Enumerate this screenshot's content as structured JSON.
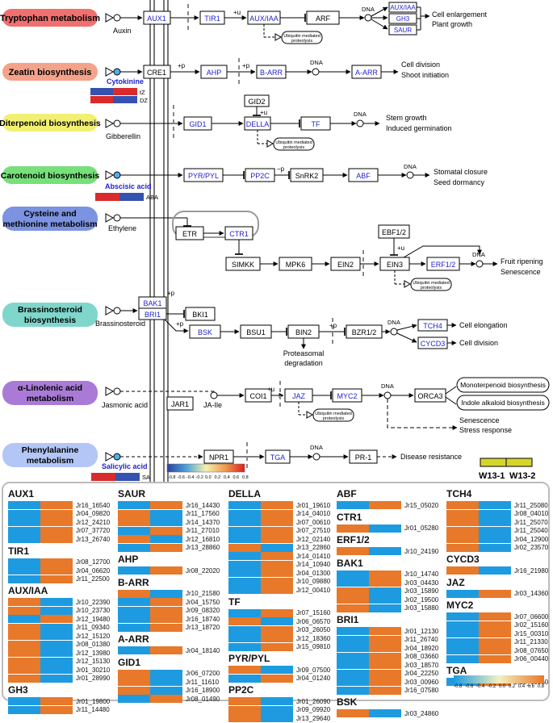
{
  "colors": {
    "blue": "#1e9be0",
    "orange": "#e8782a",
    "red": "#d92b2b",
    "navy": "#3552b0",
    "samplebox": "#d6d62a"
  },
  "pathways": [
    {
      "label": "Tryptophan metabolism",
      "color": "#f07070"
    },
    {
      "label": "Zeatin biosynthesis",
      "color": "#f4a38a"
    },
    {
      "label": "Diterpenoid biosynthesis",
      "color": "#f2f073"
    },
    {
      "label": "Carotenoid biosynthesis",
      "color": "#77e07a"
    },
    {
      "label1": "Cysteine and",
      "label2": "methionine metabolism",
      "color": "#7b93e0"
    },
    {
      "label1": "Brassinosteroid",
      "label2": "biosynthesis",
      "color": "#7fd6cb"
    },
    {
      "label1": "α-Linolenic acid",
      "label2": "metabolism",
      "color": "#a97bd6"
    },
    {
      "label1": "Phenylalanine",
      "label2": "metabolism",
      "color": "#b3c6f5"
    }
  ],
  "hormones": {
    "auxin": "Auxin",
    "cytokinine": "Cytokinine",
    "tz": "tZ",
    "dz": "DZ",
    "gibberellin": "Gibberellin",
    "abscisic": "Abscisic acid",
    "aba": "ABA",
    "ethylene": "Ethylene",
    "brassinosteroid": "Brassinosteroid",
    "jasmonic": "Jasmonic acid",
    "jalie": "JA-Ile",
    "salicylic": "Salicylic acid",
    "sa": "SA"
  },
  "nodes": {
    "aux1": "AUX1",
    "tir1": "TIR1",
    "auxiaa": "AUX/IAA",
    "arf": "ARF",
    "auxiaa_out": "AUX/IAA",
    "gh3": "GH3",
    "saur": "SAUR",
    "cre1": "CRE1",
    "ahp": "AHP",
    "barr": "B-ARR",
    "aarr": "A-ARR",
    "gid2": "GID2",
    "gid1": "GID1",
    "della": "DELLA",
    "tf": "TF",
    "pyrpyl": "PYR/PYL",
    "pp2c": "PP2C",
    "snrk2": "SnRK2",
    "abf": "ABF",
    "etr": "ETR",
    "ctr1": "CTR1",
    "simkk": "SIMKK",
    "mpk6": "MPK6",
    "ein2": "EIN2",
    "ebf12": "EBF1/2",
    "ein3": "EIN3",
    "erf12": "ERF1/2",
    "bak1": "BAK1",
    "bri1": "BRI1",
    "bki1": "BKI1",
    "bsk": "BSK",
    "bsu1": "BSU1",
    "bin2": "BIN2",
    "bzr12": "BZR1/2",
    "tch4": "TCH4",
    "cycd3": "CYCD3",
    "jar1": "JAR1",
    "coi1": "COI1",
    "jaz": "JAZ",
    "myc2": "MYC2",
    "orca3": "ORCA3",
    "npr1": "NPR1",
    "tga": "TGA",
    "pr1": "PR-1"
  },
  "small": {
    "u": "+u",
    "p": "+p",
    "mp": "−p",
    "dna": "DNA",
    "ubiq1": "Ubiquitin mediated",
    "ubiq2": "proteolysis",
    "protdeg1": "Proteasomal",
    "protdeg2": "degradation"
  },
  "outputs": {
    "cell_enlargement": "Cell enlargement",
    "plant_growth": "Plant growth",
    "cell_division": "Cell division",
    "shoot_initiation": "Shoot initiation",
    "stem_growth": "Stem growth",
    "induced_germination": "Induced germination",
    "stomatal_closure": "Stomatal closure",
    "seed_dormancy": "Seed dormancy",
    "fruit_ripening": "Fruit ripening",
    "senescence": "Senescence",
    "cell_elongation": "Cell elongation",
    "cell_division2": "Cell division",
    "monoterpenoid": "Monoterpenoid biosynthesis",
    "indole_alkaloid": "Indole alkaloid biosynthesis",
    "senescence2": "Senescence",
    "stress_response": "Stress response",
    "disease_resistance": "Disease resistance"
  },
  "samples": {
    "w1": "W13-1",
    "w2": "W13-2"
  },
  "legend": {
    "ticks": [
      "-0.8",
      "-0.6",
      "-0.4",
      "-0.2",
      "0.0",
      "0.2",
      "0.4",
      "0.6",
      "0.8"
    ]
  },
  "heatmap": {
    "columns": [
      [
        {
          "title": "AUX1",
          "rows": [
            [
              "Jr16_16540",
              "B",
              "O"
            ],
            [
              "Jr04_09820",
              "B",
              "O"
            ],
            [
              "Jr12_24210",
              "B",
              "O"
            ],
            [
              "Jr07_37720",
              "B",
              "O"
            ],
            [
              "Jr13_26740",
              "B",
              "O"
            ]
          ]
        },
        {
          "title": "TIR1",
          "rows": [
            [
              "Jr08_12700",
              "B",
              "O"
            ],
            [
              "Jr04_06620",
              "B",
              "O"
            ],
            [
              "Jr11_22500",
              "B",
              "O"
            ]
          ]
        },
        {
          "title": "AUX/IAA",
          "rows": [
            [
              "Jr10_22390",
              "O",
              "B"
            ],
            [
              "Jr10_23730",
              "O",
              "B"
            ],
            [
              "Jr12_19480",
              "B",
              "O"
            ],
            [
              "Jr11_09340",
              "O",
              "B"
            ],
            [
              "Jr12_15120",
              "O",
              "B"
            ],
            [
              "Jr08_01380",
              "O",
              "B"
            ],
            [
              "Jr12_13980",
              "O",
              "B"
            ],
            [
              "Jr12_15130",
              "O",
              "B"
            ],
            [
              "Jr01_30210",
              "O",
              "B"
            ],
            [
              "Jr01_28990",
              "O",
              "B"
            ]
          ]
        },
        {
          "title": "GH3",
          "rows": [
            [
              "Jr01_19800",
              "B",
              "O"
            ],
            [
              "Jr11_14480",
              "B",
              "O"
            ]
          ]
        }
      ],
      [
        {
          "title": "SAUR",
          "rows": [
            [
              "Jr16_14430",
              "B",
              "O"
            ],
            [
              "Jr11_17560",
              "O",
              "B"
            ],
            [
              "Jr14_14370",
              "O",
              "B"
            ],
            [
              "Jr11_27010",
              "B",
              "O"
            ],
            [
              "Jr12_16810",
              "O",
              "B"
            ],
            [
              "Jr13_28860",
              "B",
              "O"
            ]
          ]
        },
        {
          "title": "AHP",
          "rows": [
            [
              "Jr08_22020",
              "B",
              "O"
            ]
          ]
        },
        {
          "title": "B-ARR",
          "rows": [
            [
              "Jr10_21580",
              "O",
              "B"
            ],
            [
              "Jr04_15750",
              "B",
              "O"
            ],
            [
              "Jr09_08320",
              "B",
              "O"
            ],
            [
              "Jr16_18740",
              "B",
              "O"
            ],
            [
              "Jr13_18720",
              "B",
              "O"
            ]
          ]
        },
        {
          "title": "A-ARR",
          "rows": [
            [
              "Jr04_18140",
              "B",
              "O"
            ]
          ]
        },
        {
          "title": "GID1",
          "rows": [
            [
              "Jr06_07200",
              "O",
              "B"
            ],
            [
              "Jr11_11610",
              "O",
              "B"
            ],
            [
              "Jr16_18900",
              "O",
              "B"
            ],
            [
              "Jr08_01490",
              "B",
              "O"
            ]
          ]
        }
      ],
      [
        {
          "title": "DELLA",
          "rows": [
            [
              "Jr01_19610",
              "B",
              "O"
            ],
            [
              "Jr14_04010",
              "B",
              "O"
            ],
            [
              "Jr07_00610",
              "B",
              "O"
            ],
            [
              "Jr07_27510",
              "B",
              "O"
            ],
            [
              "Jr12_02140",
              "B",
              "O"
            ],
            [
              "Jr13_22860",
              "O",
              "B"
            ],
            [
              "Jr14_01410",
              "B",
              "O"
            ],
            [
              "Jr14_10940",
              "B",
              "O"
            ],
            [
              "Jr04_01300",
              "B",
              "O"
            ],
            [
              "Jr10_09880",
              "B",
              "O"
            ],
            [
              "Jr12_00410",
              "B",
              "O"
            ]
          ]
        },
        {
          "title": "TF",
          "rows": [
            [
              "Jr07_15160",
              "B",
              "O"
            ],
            [
              "Jr06_06570",
              "O",
              "B"
            ],
            [
              "Jr03_26050",
              "B",
              "O"
            ],
            [
              "Jr12_18360",
              "B",
              "O"
            ],
            [
              "Jr15_09810",
              "B",
              "O"
            ]
          ]
        },
        {
          "title": "PYR/PYL",
          "rows": [
            [
              "Jr09_07500",
              "O",
              "B"
            ],
            [
              "Jr04_01240",
              "B",
              "O"
            ]
          ]
        },
        {
          "title": "PP2C",
          "rows": [
            [
              "Jr01_26090",
              "O",
              "B"
            ],
            [
              "Jr09_09920",
              "O",
              "B"
            ],
            [
              "Jr13_29640",
              "O",
              "B"
            ]
          ]
        }
      ],
      [
        {
          "title": "ABF",
          "rows": [
            [
              "Jr15_05020",
              "B",
              "O"
            ]
          ]
        },
        {
          "title": "CTR1",
          "rows": [
            [
              "Jr01_05280",
              "O",
              "B"
            ]
          ]
        },
        {
          "title": "ERF1/2",
          "rows": [
            [
              "Jr10_24190",
              "O",
              "B"
            ]
          ]
        },
        {
          "title": "BAK1",
          "rows": [
            [
              "Jr10_14740",
              "B",
              "O"
            ],
            [
              "Jr03_04430",
              "B",
              "O"
            ],
            [
              "Jr03_15890",
              "O",
              "B"
            ],
            [
              "Jr02_19500",
              "O",
              "B"
            ],
            [
              "Jr03_15880",
              "O",
              "B"
            ]
          ]
        },
        {
          "title": "BRI1",
          "rows": [
            [
              "Jr01_12130",
              "B",
              "O"
            ],
            [
              "Jr11_26740",
              "B",
              "O"
            ],
            [
              "Jr04_18920",
              "B",
              "O"
            ],
            [
              "Jr08_03660",
              "B",
              "O"
            ],
            [
              "Jr03_18570",
              "B",
              "O"
            ],
            [
              "Jr04_22250",
              "B",
              "O"
            ],
            [
              "Jr03_00960",
              "B",
              "O"
            ],
            [
              "Jr16_07580",
              "B",
              "O"
            ]
          ]
        },
        {
          "title": "BSK",
          "rows": [
            [
              "Jr03_24860",
              "O",
              "B"
            ]
          ]
        }
      ],
      [
        {
          "title": "TCH4",
          "rows": [
            [
              "Jr11_25080",
              "O",
              "B"
            ],
            [
              "Jr08_04010",
              "O",
              "B"
            ],
            [
              "Jr11_25070",
              "O",
              "B"
            ],
            [
              "Jr11_25040",
              "O",
              "B"
            ],
            [
              "Jr04_12900",
              "O",
              "B"
            ],
            [
              "Jr02_23570",
              "O",
              "B"
            ]
          ]
        },
        {
          "title": "CYCD3",
          "rows": [
            [
              "Jr16_21980",
              "O",
              "B"
            ]
          ]
        },
        {
          "title": "JAZ",
          "rows": [
            [
              "Jr03_14360",
              "B",
              "O"
            ]
          ]
        },
        {
          "title": "MYC2",
          "rows": [
            [
              "Jr07_06600",
              "B",
              "O"
            ],
            [
              "Jr02_15160",
              "B",
              "O"
            ],
            [
              "Jr15_00310",
              "B",
              "O"
            ],
            [
              "Jr11_21330",
              "B",
              "O"
            ],
            [
              "Jr08_07650",
              "B",
              "O"
            ],
            [
              "Jr06_00440",
              "B",
              "O"
            ]
          ]
        },
        {
          "title": "TGA",
          "rows": [
            [
              "Jr10_09660",
              "B",
              "O"
            ]
          ]
        }
      ]
    ]
  }
}
